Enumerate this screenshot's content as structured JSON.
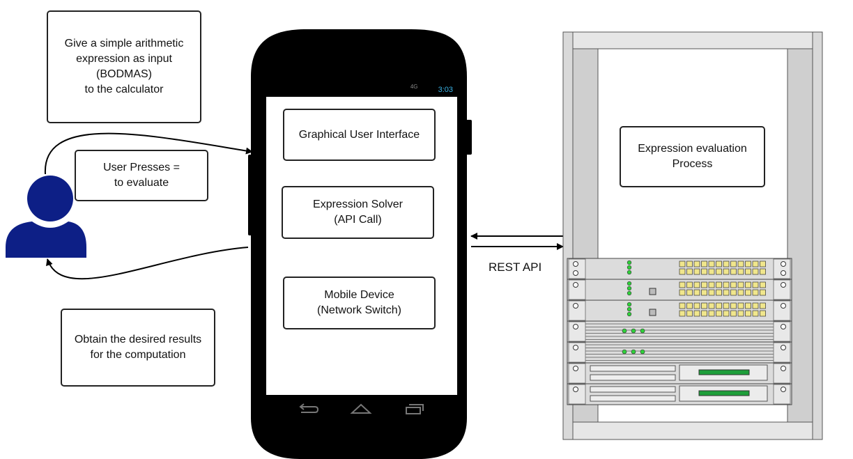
{
  "notes": {
    "input_note": "Give a simple arithmetic\nexpression as input\n(BODMAS)\nto the calculator",
    "press_note": "User Presses =\nto evaluate",
    "result_note": "Obtain the desired results\nfor the computation"
  },
  "phone": {
    "status_time": "3:03",
    "status_network": "4G",
    "gui_box": "Graphical User Interface",
    "solver_box": "Expression Solver\n(API Call)",
    "device_box": "Mobile Device\n(Network Switch)"
  },
  "server": {
    "process_box": "Expression evaluation\nProcess"
  },
  "connection": {
    "api_label": "REST API"
  },
  "colors": {
    "user": "#0d1f86",
    "led_green": "#2fd13a",
    "rack_gray": "#d9d9d9",
    "display_green": "#1e9e3a"
  }
}
